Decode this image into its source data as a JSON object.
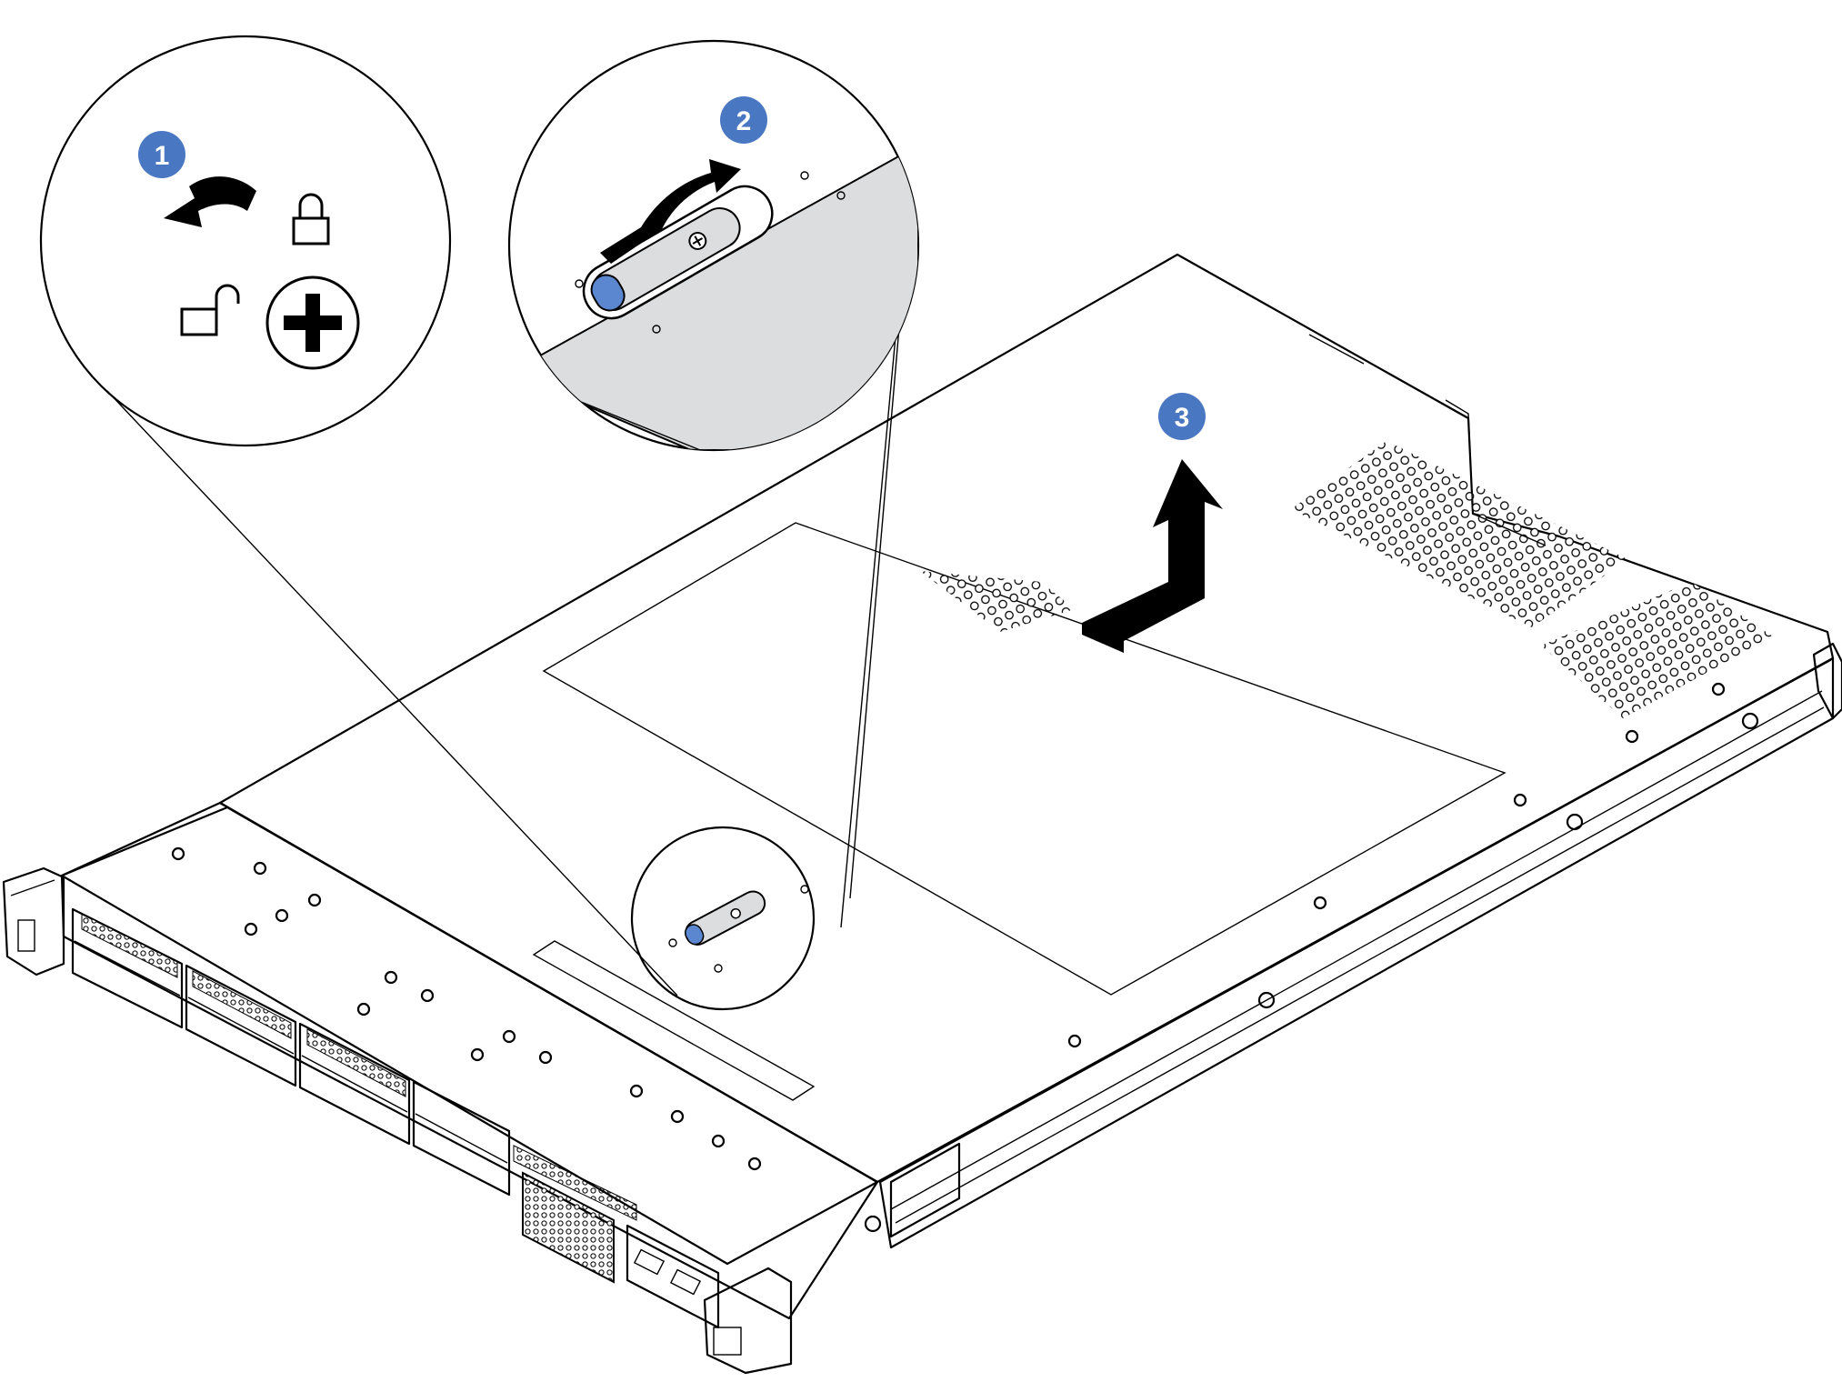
{
  "figure": {
    "type": "assembly-illustration",
    "subject": "server-top-cover-removal",
    "colors": {
      "cover": "#dcddde",
      "chassis": "#ffffff",
      "outline": "#000000",
      "callout_badge": "#4a77c2",
      "latch_accent": "#5b86d0"
    },
    "steps": [
      {
        "number": "1",
        "icon": "rotate-counterclockwise-arrow-icon"
      },
      {
        "number": "2",
        "icon": "lift-latch-arrow-icon"
      },
      {
        "number": "3",
        "icon": "slide-and-lift-arrow-icon"
      }
    ],
    "icons": {
      "lock": "lock-icon",
      "unlock": "unlock-icon",
      "screwdriver": "phillips-screw-icon"
    }
  }
}
